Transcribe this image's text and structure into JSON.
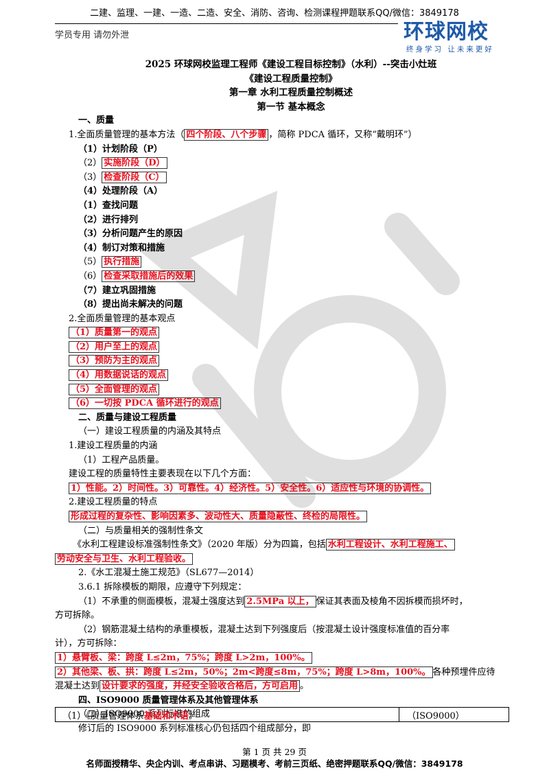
{
  "header": {
    "top_banner": "二建、监理、一建、一造、二造、安全、消防、咨询、检测课程押题联系QQ/微信：3849178",
    "left_note": "学员专用 请勿外泄",
    "logo_text": "环球网校",
    "logo_slogan": "终身学习 让未来更好"
  },
  "doc": {
    "title1": "2025 环球网校监理工程师《建设工程目标控制》（水利）--突击小灶班",
    "title2": "《建设工程质量控制》",
    "chapter": "第一章 水利工程质量控制概述",
    "section": "第一节 基本概念",
    "h1": "一、质量",
    "q1_pre": "1.全面质量管理的基本方法（",
    "q1_box": "四个阶段、八个步骤",
    "q1_post": "，简称 PDCA 循环，又称“戴明环”）",
    "stage1": "（1）计划阶段（P）",
    "stage2_pre": "（2）",
    "stage2_box": "实施阶段（D）",
    "stage3_pre": "（3）",
    "stage3_box": "检查阶段（C）",
    "stage4": "（4）处理阶段（A）",
    "step1": "（1）查找问题",
    "step2": "（2）进行排列",
    "step3": "（3）分析问题产生的原因",
    "step4": "（4）制订对策和措施",
    "step5_pre": "（5）",
    "step5_box": "执行措施",
    "step6_pre": "（6）",
    "step6_box": "检查采取措施后的效果",
    "step7": "（7）建立巩固措施",
    "step8": "（8）提出尚未解决的问题",
    "q2": "2.全面质量管理的基本观点",
    "view1": "（1）质量第一的观点",
    "view2": "（2）用户至上的观点",
    "view3": "（3）预防为主的观点",
    "view4": "（4）用数据说话的观点",
    "view5": "（5）全面管理的观点",
    "view6": "（6）一切按 PDCA 循环进行的观点",
    "h2": "二、质量与建设工程质量",
    "h2_1": "（一）建设工程质量的内涵及其特点",
    "h2_1_1": "1.建设工程质量的内涵",
    "h2_1_1a": "（1）工程产品质量。",
    "quality_intro": "建设工程的质量特性主要表现在以下几个方面：",
    "quality_props": "1）性能。2）时间性。3）可靠性。4）经济性。5）安全性。6）适应性与环境的协调性。",
    "h2_1_2": "2.建设工程质量的特点",
    "quality_feats": "形成过程的复杂性、影响因素多、波动性大、质量隐蔽性、终检的局限性。",
    "h2_2": "（二）与质量相关的强制性条文",
    "std_pre": "《水利工程建设标准强制性条文》（2020 年版）分为四篇，包括",
    "std_box1": "水利工程设计、水利工程施工、",
    "std_box2": "劳动安全与卫生、水利工程验收。",
    "spec2": "2.《水工混凝土施工规范》（SL677—2014）",
    "spec2_361": "3.6.1 拆除模板的期限，应遵守下列规定：",
    "form1_pre": "（1）不承重的侧面模板，混凝土强度达到",
    "form1_box": "2.5MPa 以上，",
    "form1_post": "保证其表面及棱角不因拆模而损坏时，",
    "form1_line2": "方可拆除。",
    "form2_line1": "（2）钢筋混凝土结构的承重模板，混凝土达到下列强度后（按混凝土设计强度标准值的百分率",
    "form2_line2": "计），方可拆除：",
    "form2_a": "1）悬臂板、梁：跨度 L≤2m，75%；跨度 L>2m，100%。",
    "form2_b": "2）其他梁、板、拱：跨度 L≤2m，50%；2m<跨度≤8m，75%；跨度 L>8m，100%。",
    "form2_b_post": "各种预埋件应待",
    "form2_c_pre": "混凝土达到",
    "form2_c_box": "设计要求的强度，并经安全验收合格后，方可启用",
    "form2_c_post": "。",
    "h4": "四、ISO9000 质量管理体系及其他管理体系",
    "h4_2": "（二）ISO9000 系列标准的组成",
    "h4_2_text": "修订后的 ISO9000 系列标准核心仍包括四个组成部分，即",
    "tbl_c1_pre": "（1）《质量管理体系",
    "tbl_c1_red": "基础和术语",
    "tbl_c1_post": "》",
    "tbl_c2": "（ISO9000）"
  },
  "footer": {
    "page": "第 1 页 共 29 页",
    "text": "名师面授精华、央企内训、考点串讲、习题模考、考前三页纸、绝密押题联系QQ/微信：3849178"
  },
  "colors": {
    "accent_red": "#e8101e",
    "brand_blue": "#1e5aa8"
  }
}
